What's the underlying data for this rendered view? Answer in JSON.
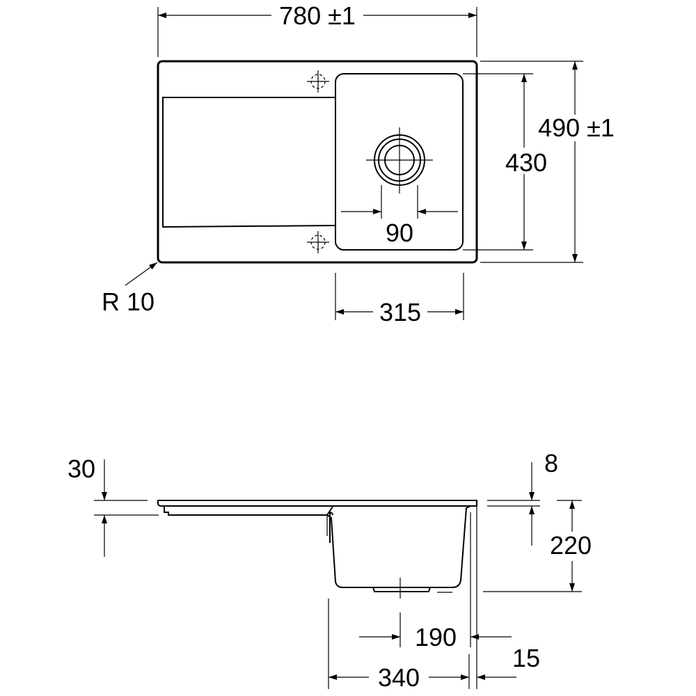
{
  "top_view": {
    "overall_width": "780 ±1",
    "overall_depth": "490 ±1",
    "bowl_depth": "430",
    "bowl_width": "315",
    "drain_diameter": "90",
    "corner_radius": "R 10"
  },
  "side_view": {
    "drainer_offset": "30",
    "rim_thickness": "8",
    "bowl_height": "220",
    "drain_offset": "190",
    "bowl_outer_width": "340",
    "edge_offset": "15"
  }
}
